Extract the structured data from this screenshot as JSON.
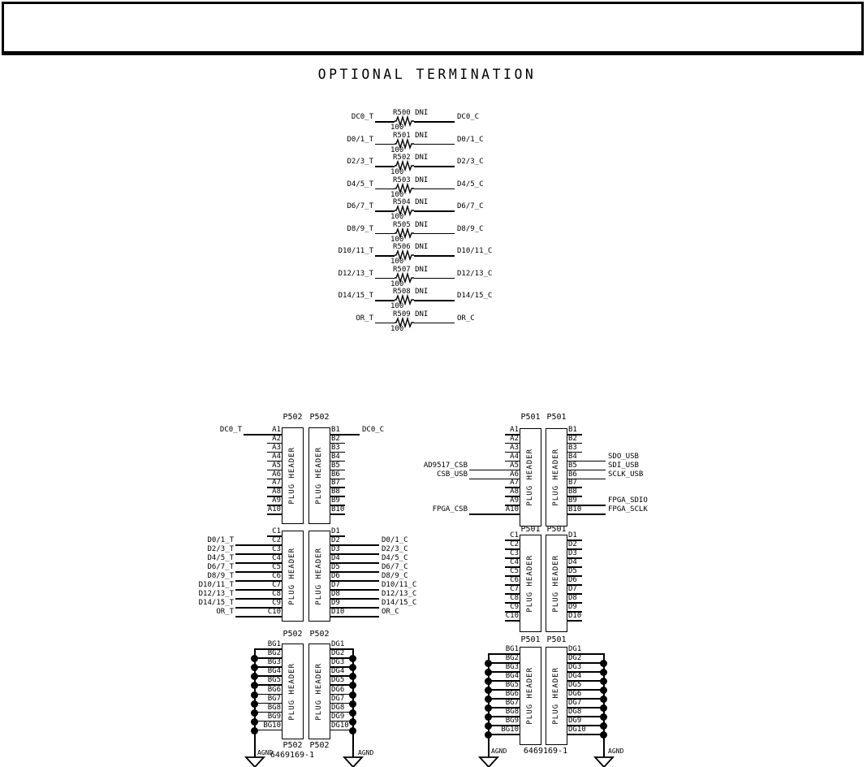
{
  "page": {
    "title": "OPTIONAL TERMINATION"
  },
  "termination": {
    "value": "100",
    "note": "DNI",
    "rows": [
      {
        "ref": "R500",
        "left": "DC0_T",
        "right": "DC0_C"
      },
      {
        "ref": "R501",
        "left": "D0/1_T",
        "right": "D0/1_C"
      },
      {
        "ref": "R502",
        "left": "D2/3_T",
        "right": "D2/3_C"
      },
      {
        "ref": "R503",
        "left": "D4/5_T",
        "right": "D4/5_C"
      },
      {
        "ref": "R504",
        "left": "D6/7_T",
        "right": "D6/7_C"
      },
      {
        "ref": "R505",
        "left": "D8/9_T",
        "right": "D8/9_C"
      },
      {
        "ref": "R506",
        "left": "D10/11_T",
        "right": "D10/11_C"
      },
      {
        "ref": "R507",
        "left": "D12/13_T",
        "right": "D12/13_C"
      },
      {
        "ref": "R508",
        "left": "D14/15_T",
        "right": "D14/15_C"
      },
      {
        "ref": "R509",
        "left": "OR_T",
        "right": "OR_C"
      }
    ]
  },
  "connectors": [
    {
      "id": "left",
      "refdes": "P502",
      "part_number": "6469169-1",
      "body_label": "PLUG HEADER",
      "ground_net": "AGND",
      "sections": [
        {
          "left_pins": [
            "A1",
            "A2",
            "A3",
            "A4",
            "A5",
            "A6",
            "A7",
            "A8",
            "A9",
            "A10"
          ],
          "right_pins": [
            "B1",
            "B2",
            "B3",
            "B4",
            "B5",
            "B6",
            "B7",
            "B8",
            "B9",
            "B10"
          ],
          "left_nets": {
            "A1": "DC0_T"
          },
          "right_nets": {
            "B1": "DC0_C"
          }
        },
        {
          "left_pins": [
            "C1",
            "C2",
            "C3",
            "C4",
            "C5",
            "C6",
            "C7",
            "C8",
            "C9",
            "C10"
          ],
          "right_pins": [
            "D1",
            "D2",
            "D3",
            "D4",
            "D5",
            "D6",
            "D7",
            "D8",
            "D9",
            "D10"
          ],
          "left_nets": {
            "C2": "D0/1_T",
            "C3": "D2/3_T",
            "C4": "D4/5_T",
            "C5": "D6/7_T",
            "C6": "D8/9_T",
            "C7": "D10/11_T",
            "C8": "D12/13_T",
            "C9": "D14/15_T",
            "C10": "OR_T"
          },
          "right_nets": {
            "D2": "D0/1_C",
            "D3": "D2/3_C",
            "D4": "D4/5_C",
            "D5": "D6/7_C",
            "D6": "D8/9_C",
            "D7": "D10/11_C",
            "D8": "D12/13_C",
            "D9": "D14/15_C",
            "D10": "OR_C"
          }
        },
        {
          "left_pins": [
            "BG1",
            "BG2",
            "BG3",
            "BG4",
            "BG5",
            "BG6",
            "BG7",
            "BG8",
            "BG9",
            "BG10"
          ],
          "right_pins": [
            "DG1",
            "DG2",
            "DG3",
            "DG4",
            "DG5",
            "DG6",
            "DG7",
            "DG8",
            "DG9",
            "DG10"
          ],
          "grounded": true
        }
      ]
    },
    {
      "id": "right",
      "refdes": "P501",
      "part_number": "6469169-1",
      "body_label": "PLUG HEADER",
      "ground_net": "AGND",
      "sections": [
        {
          "left_pins": [
            "A1",
            "A2",
            "A3",
            "A4",
            "A5",
            "A6",
            "A7",
            "A8",
            "A9",
            "A10"
          ],
          "right_pins": [
            "B1",
            "B2",
            "B3",
            "B4",
            "B5",
            "B6",
            "B7",
            "B8",
            "B9",
            "B10"
          ],
          "left_nets": {
            "A5": "AD9517_CSB",
            "A6": "CSB_USB",
            "A10": "FPGA_CSB"
          },
          "right_nets": {
            "B4": "SDO_USB",
            "B5": "SDI_USB",
            "B6": "SCLK_USB",
            "B9": "FPGA_SDIO",
            "B10": "FPGA_SCLK"
          }
        },
        {
          "left_pins": [
            "C1",
            "C2",
            "C3",
            "C4",
            "C5",
            "C6",
            "C7",
            "C8",
            "C9",
            "C10"
          ],
          "right_pins": [
            "D1",
            "D2",
            "D3",
            "D4",
            "D5",
            "D6",
            "D7",
            "D8",
            "D9",
            "D10"
          ],
          "left_nets": {},
          "right_nets": {}
        },
        {
          "left_pins": [
            "BG1",
            "BG2",
            "BG3",
            "BG4",
            "BG5",
            "BG6",
            "BG7",
            "BG8",
            "BG9",
            "BG10"
          ],
          "right_pins": [
            "DG1",
            "DG2",
            "DG3",
            "DG4",
            "DG5",
            "DG6",
            "DG7",
            "DG8",
            "DG9",
            "DG10"
          ],
          "grounded": true
        }
      ]
    }
  ]
}
